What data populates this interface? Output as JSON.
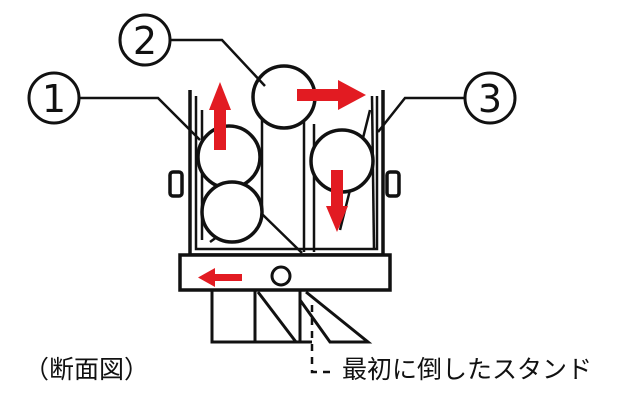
{
  "diagram": {
    "callouts": [
      {
        "label": "1"
      },
      {
        "label": "2"
      },
      {
        "label": "3"
      }
    ],
    "section_caption": "（断面図）",
    "stand_caption": "最初に倒したスタンド",
    "colors": {
      "line": "#111111",
      "arrow": "#e21b22",
      "background": "#ffffff"
    }
  }
}
